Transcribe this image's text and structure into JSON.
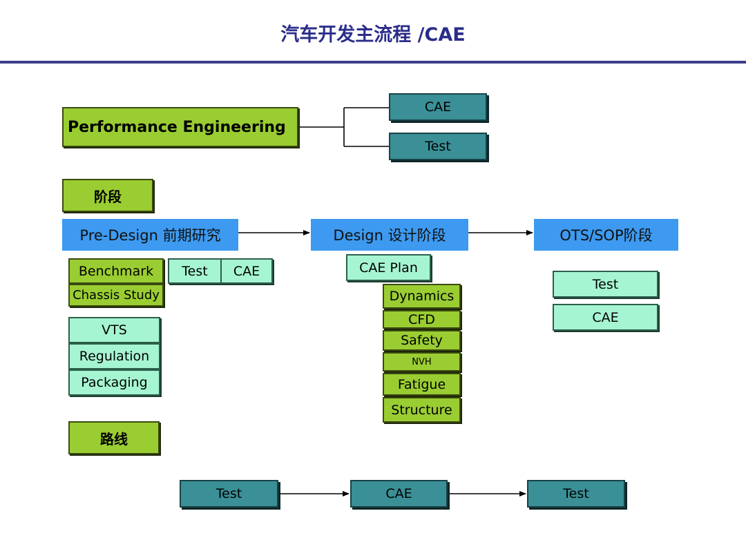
{
  "header": {
    "title": "汽车开发主流程 /CAE"
  },
  "performance": {
    "label": "Performance Engineering",
    "branch_top": "CAE",
    "branch_bottom": "Test"
  },
  "stage_label": "阶段",
  "phases": {
    "pre_design": "Pre-Design 前期研究",
    "design": "Design 设计阶段",
    "ots_sop": "OTS/SOP阶段"
  },
  "pre_design": {
    "benchmark": "Benchmark",
    "chassis_study": "Chassis Study",
    "test": "Test",
    "cae": "CAE",
    "vts": "VTS",
    "regulation": "Regulation",
    "packaging": "Packaging"
  },
  "design": {
    "cae_plan": "CAE Plan",
    "items": [
      "Dynamics",
      "CFD",
      "Safety",
      "NVH",
      "Fatigue",
      "Structure"
    ]
  },
  "ots": {
    "test": "Test",
    "cae": "CAE"
  },
  "route_label": "路线",
  "route": {
    "step1": "Test",
    "step2": "CAE",
    "step3": "Test"
  },
  "colors": {
    "title": "#2b2d8a",
    "phase": "#3d9af0",
    "lime": "#9acd32",
    "mint": "#a6f5d2",
    "teal": "#3b8f96"
  }
}
